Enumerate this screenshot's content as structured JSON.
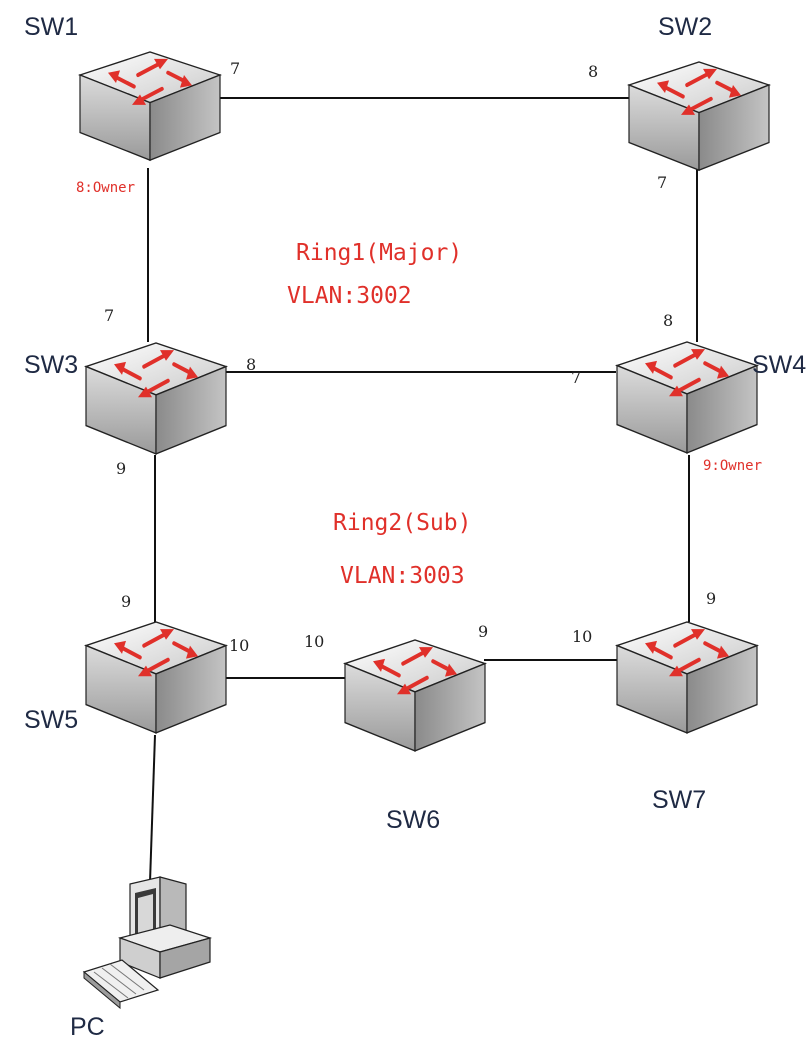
{
  "nodes": {
    "sw1": "SW1",
    "sw2": "SW2",
    "sw3": "SW3",
    "sw4": "SW4",
    "sw5": "SW5",
    "sw6": "SW6",
    "sw7": "SW7",
    "pc": "PC"
  },
  "rings": {
    "ring1": {
      "name": "Ring1(Major)",
      "vlan": "VLAN:3002"
    },
    "ring2": {
      "name": "Ring2(Sub)",
      "vlan": "VLAN:3003"
    }
  },
  "ports": {
    "sw1_right": "7",
    "sw2_left": "8",
    "sw1_owner": "8:Owner",
    "sw2_down": "7",
    "sw3_up": "7",
    "sw3_right": "8",
    "sw4_up": "8",
    "sw4_left": "7",
    "sw4_owner": "9:Owner",
    "sw3_down": "9",
    "sw5_up": "9",
    "sw5_right": "10",
    "sw6_left": "10",
    "sw6_right": "9",
    "sw7_left": "10",
    "sw7_up": "9"
  },
  "colors": {
    "accent": "#e0302a",
    "label": "#1f2a44",
    "link": "#111111"
  },
  "icons": {
    "switch": "switch-icon",
    "pc": "desktop-computer-icon"
  }
}
